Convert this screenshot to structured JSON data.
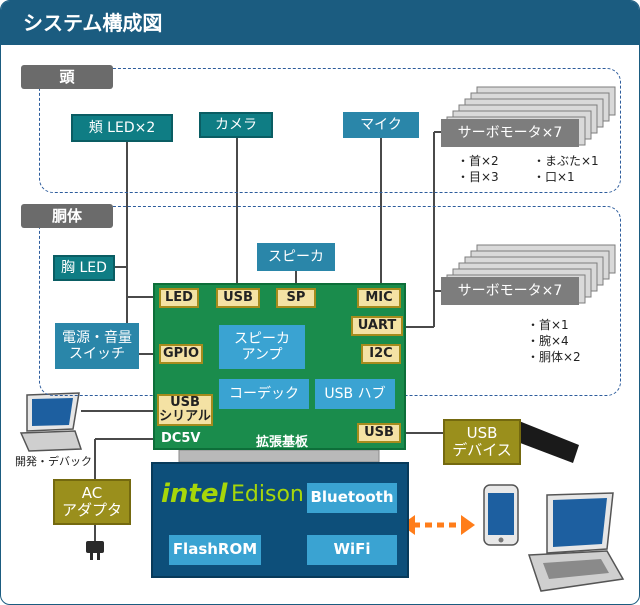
{
  "title": "システム構成図",
  "sections": {
    "head": "頭",
    "body": "胴体"
  },
  "head": {
    "cheek_led": "頬 LED×2",
    "camera": "カメラ",
    "mic": "マイク",
    "servo": "サーボモータ×7",
    "servo_notes_left": "・首×2\n・目×3",
    "servo_notes_right": "・まぶた×1\n・口×1"
  },
  "body": {
    "chest_led": "胸 LED",
    "speaker": "スピーカ",
    "power_switch": "電源・音量\nスイッチ",
    "servo": "サーボモータ×7",
    "servo_notes": "・首×1\n・腕×4\n・胴体×2"
  },
  "board": {
    "led": "LED",
    "usb": "USB",
    "sp": "SP",
    "mic": "MIC",
    "uart": "UART",
    "i2c": "I2C",
    "gpio": "GPIO",
    "usb_serial": "USB\nシリアル",
    "usb_port": "USB",
    "dc5v": "DC5V",
    "speaker_amp": "スピーカ\nアンプ",
    "codec": "コーデック",
    "usb_hub": "USB ハブ",
    "name": "拡張基板"
  },
  "edison": {
    "intel": "intel",
    "name": "Edison",
    "bluetooth": "Bluetooth",
    "flashrom": "FlashROM",
    "wifi": "WiFi"
  },
  "external": {
    "dev_debug": "開発・デバック",
    "ac_adapter": "AC\nアダプタ",
    "usb_device": "USB\nデバイス"
  },
  "colors": {
    "title_bar": "#1b5c80",
    "board": "#1a8c4c",
    "edison": "#0d4f7a",
    "arrow": "#ff7d1a"
  }
}
